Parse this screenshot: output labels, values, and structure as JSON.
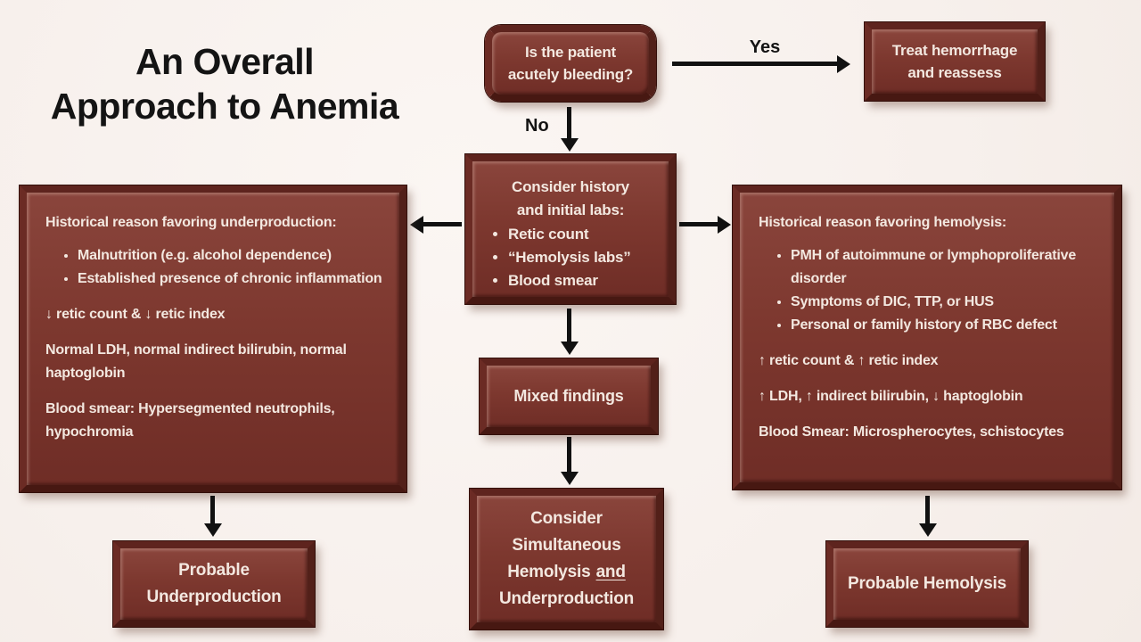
{
  "slide": {
    "title_line1": "An Overall",
    "title_line2": "Approach to Anemia"
  },
  "labels": {
    "yes": "Yes",
    "no": "No"
  },
  "colors": {
    "background": "#f9f3f0",
    "box_fill": "#7d382f",
    "box_frame": "#5e241e",
    "box_text": "#f3e8e0",
    "arrow": "#111111",
    "title_text": "#141414"
  },
  "nodes": {
    "question": {
      "text": "Is the patient acutely bleeding?"
    },
    "treat": {
      "text": "Treat hemorrhage and reassess"
    },
    "initial_workup": {
      "heading_line1": "Consider history",
      "heading_line2": "and initial labs:",
      "bullets": [
        "Retic count",
        "“Hemolysis labs”",
        "Blood smear"
      ]
    },
    "underproduction_findings": {
      "heading": "Historical reason favoring underproduction:",
      "bullets": [
        "Malnutrition (e.g. alcohol dependence)",
        "Established presence of chronic inflammation"
      ],
      "paragraphs": [
        "↓ retic count & ↓ retic index",
        "Normal LDH, normal indirect bilirubin, normal haptoglobin",
        "Blood smear: Hypersegmented neutrophils, hypochromia"
      ]
    },
    "hemolysis_findings": {
      "heading": "Historical reason favoring hemolysis:",
      "bullets": [
        "PMH of autoimmune or lymphoproliferative disorder",
        "Symptoms of DIC, TTP, or HUS",
        "Personal or family history of RBC defect"
      ],
      "paragraphs": [
        "↑ retic count & ↑ retic index",
        "↑ LDH, ↑ indirect bilirubin, ↓ haptoglobin",
        "Blood Smear: Microspherocytes, schistocytes"
      ]
    },
    "mixed": {
      "text": "Mixed findings"
    },
    "simultaneous": {
      "line1": "Consider",
      "line2": "Simultaneous",
      "line3_word": "Hemolysis",
      "line3_underlined": "and",
      "line4": "Underproduction"
    },
    "probable_underproduction": {
      "text": "Probable Underproduction"
    },
    "probable_hemolysis": {
      "text": "Probable Hemolysis"
    }
  }
}
